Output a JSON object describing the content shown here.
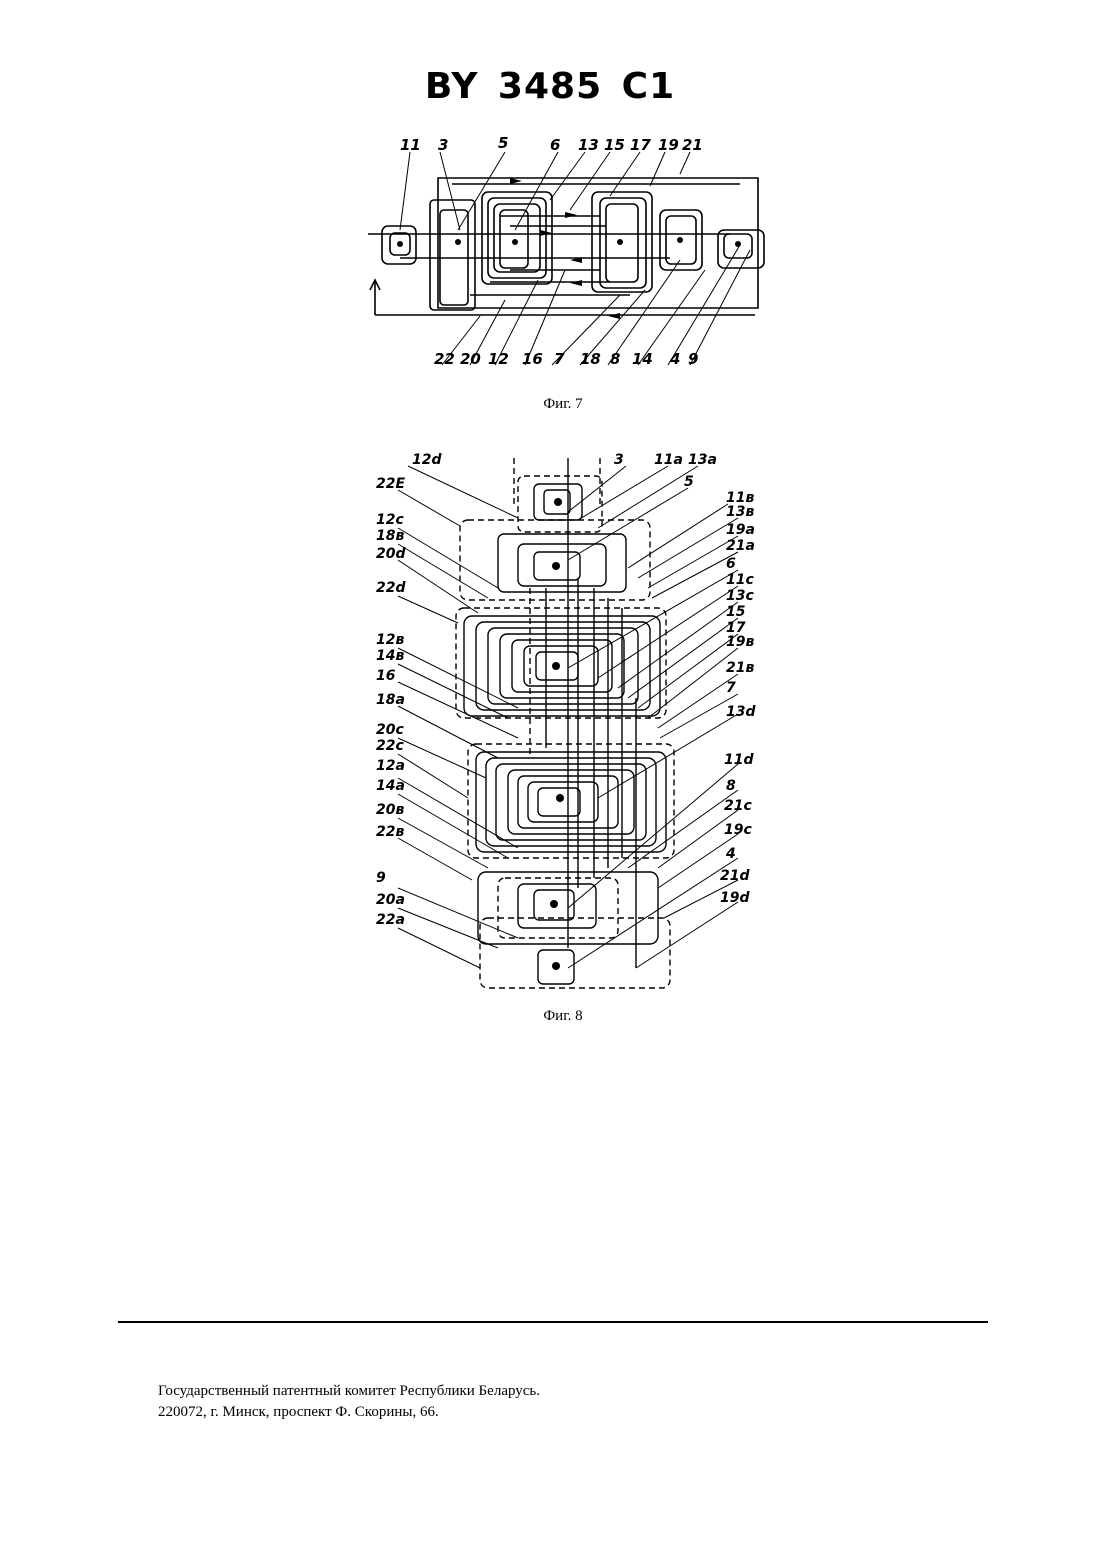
{
  "header": {
    "title": "BY 3485 C1"
  },
  "figure7": {
    "caption": "Фиг. 7",
    "top_labels": [
      "11",
      "3",
      "5",
      "6",
      "13",
      "15",
      "17",
      "19",
      "21"
    ],
    "bottom_labels": [
      "22",
      "20",
      "12",
      "16",
      "7",
      "18",
      "8",
      "14",
      "4",
      "9"
    ]
  },
  "figure8": {
    "caption": "Фиг. 8",
    "left_labels": [
      "12d",
      "22E",
      "12c",
      "18в",
      "20d",
      "22d",
      "12в",
      "14в",
      "16",
      "18a",
      "20c",
      "22c",
      "12a",
      "14a",
      "20в",
      "22в",
      "9",
      "20a",
      "22a"
    ],
    "right_labels": [
      "3",
      "11a",
      "13a",
      "5",
      "11в",
      "13в",
      "19a",
      "21a",
      "6",
      "11c",
      "13c",
      "15",
      "17",
      "19в",
      "21в",
      "7",
      "13d",
      "11d",
      "8",
      "21c",
      "19c",
      "4",
      "21d",
      "19d"
    ]
  },
  "footer": {
    "line1": "Государственный патентный комитет Республики Беларусь.",
    "line2": "220072, г. Минск, проспект Ф. Скорины, 66."
  }
}
